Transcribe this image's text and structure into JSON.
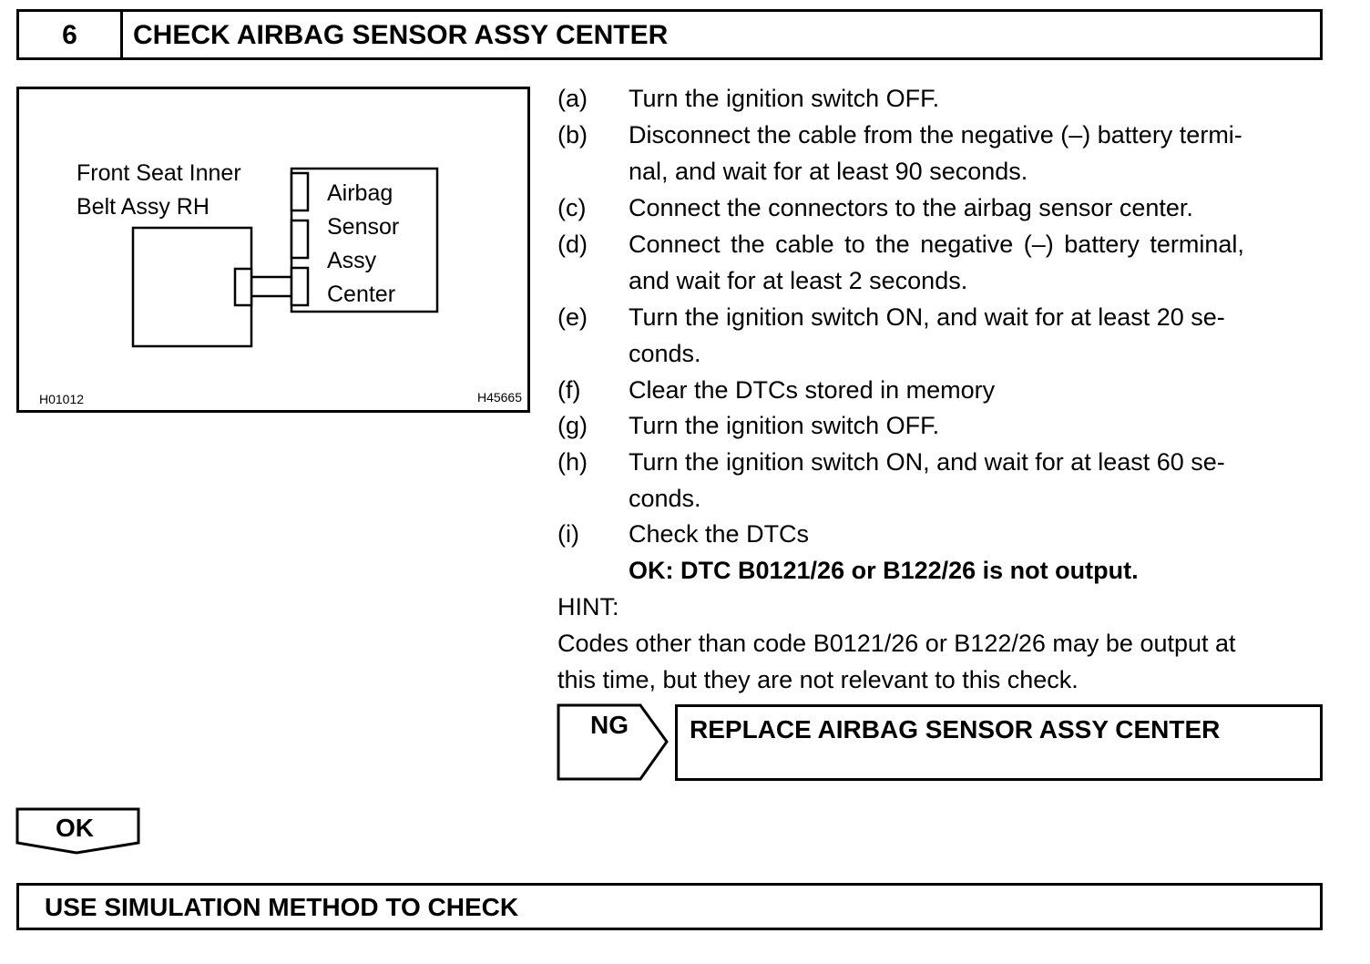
{
  "step": {
    "number": "6",
    "title": "CHECK AIRBAG SENSOR ASSY CENTER"
  },
  "illustration": {
    "label_belt_line1": "Front Seat Inner",
    "label_belt_line2": "Belt Assy RH",
    "label_sensor": [
      "Airbag",
      "Sensor",
      "Assy",
      "Center"
    ],
    "code_left": "H01012",
    "code_right": "H45665"
  },
  "steps": [
    {
      "letter": "(a)",
      "lines": [
        "Turn the ignition switch OFF."
      ]
    },
    {
      "letter": "(b)",
      "lines": [
        "Disconnect the cable from the negative (–) battery termi-",
        "nal, and wait for at least 90 seconds."
      ]
    },
    {
      "letter": "(c)",
      "lines": [
        "Connect the connectors to the airbag sensor center."
      ]
    },
    {
      "letter": "(d)",
      "lines": [
        "Connect the cable to the negative (–) battery terminal,",
        "and wait for at least 2 seconds."
      ]
    },
    {
      "letter": "(e)",
      "lines": [
        "Turn the ignition switch ON, and wait for at least 20 se-",
        "conds."
      ]
    },
    {
      "letter": "(f)",
      "lines": [
        "Clear the DTCs stored in memory"
      ]
    },
    {
      "letter": "(g)",
      "lines": [
        "Turn the ignition switch OFF."
      ]
    },
    {
      "letter": "(h)",
      "lines": [
        "Turn the ignition switch ON, and wait for at least 60 se-",
        "conds."
      ]
    },
    {
      "letter": "(i)",
      "lines": [
        "Check the DTCs"
      ]
    }
  ],
  "ok_condition": "OK: DTC B0121/26 or B122/26 is not output.",
  "hint": {
    "label": "HINT:",
    "lines": [
      "Codes other than code B0121/26 or B122/26 may be output at",
      "this time, but they are not relevant to this check."
    ]
  },
  "ng": {
    "label": "NG",
    "action": "REPLACE AIRBAG SENSOR ASSY CENTER"
  },
  "ok": {
    "label": "OK"
  },
  "next_step": "USE SIMULATION METHOD TO CHECK"
}
